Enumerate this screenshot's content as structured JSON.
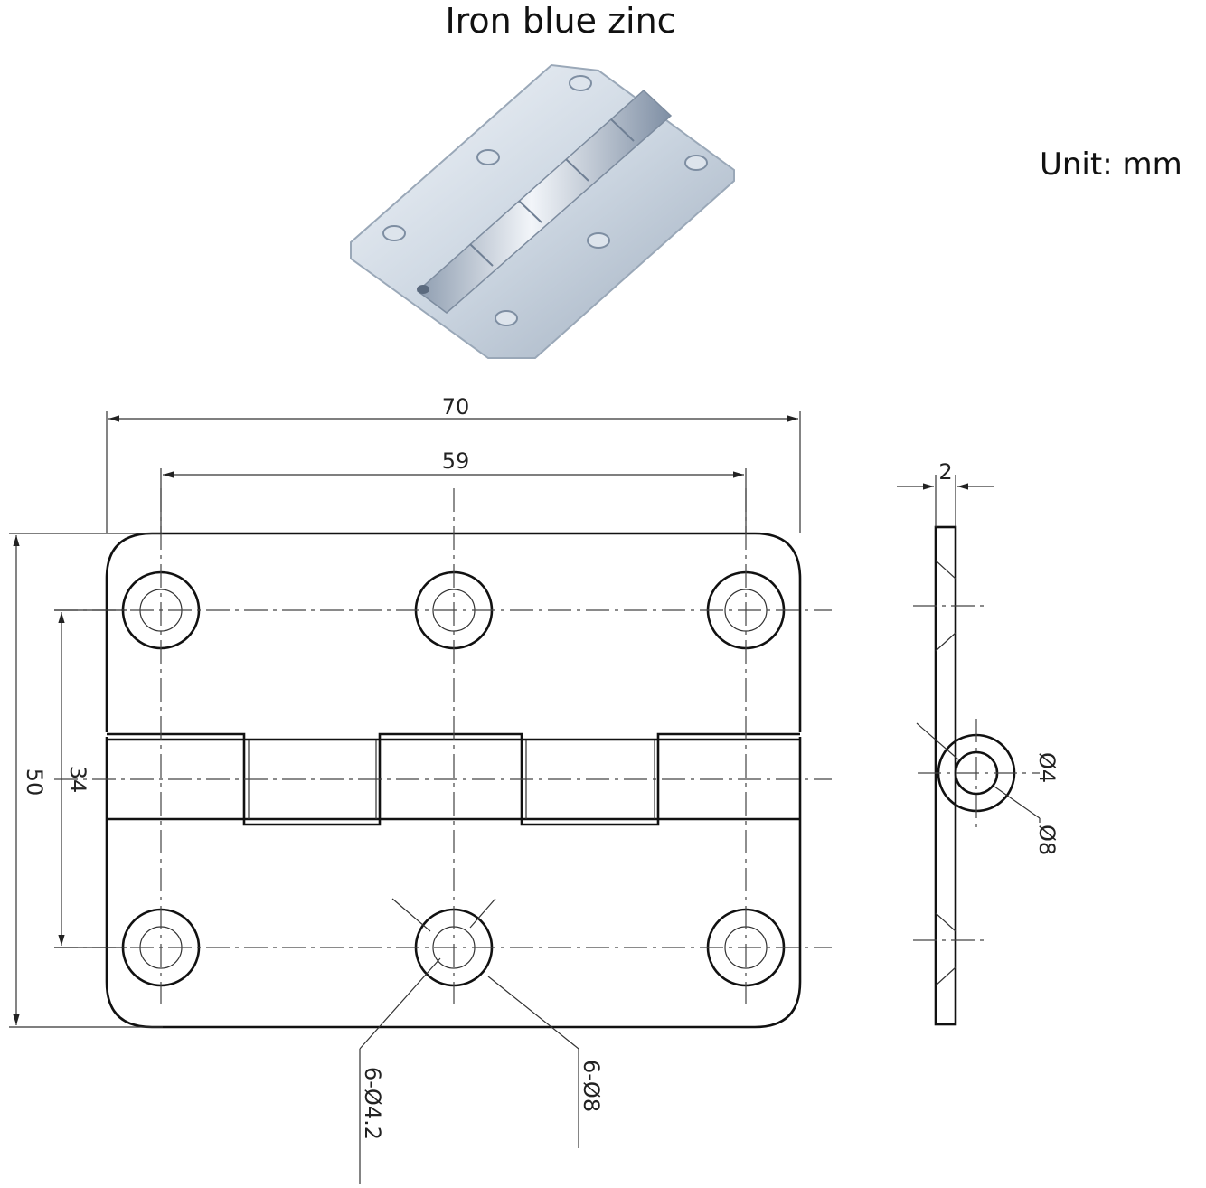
{
  "title": "Iron blue zinc",
  "unit_label": "Unit:  mm",
  "colors": {
    "zinc_light": "#e8eef5",
    "zinc_mid": "#b9c6d4",
    "zinc_dark": "#8a9aad",
    "line": "#111111"
  },
  "dimensions": {
    "overall_width": "70",
    "hole_spacing": "59",
    "overall_height": "50",
    "row_spacing": "34",
    "thickness": "2",
    "pin_diameter": "Ø4",
    "knuckle_diameter": "Ø8",
    "hole_diameter": "6-Ø4.2",
    "countersink_diameter": "6-Ø8"
  }
}
